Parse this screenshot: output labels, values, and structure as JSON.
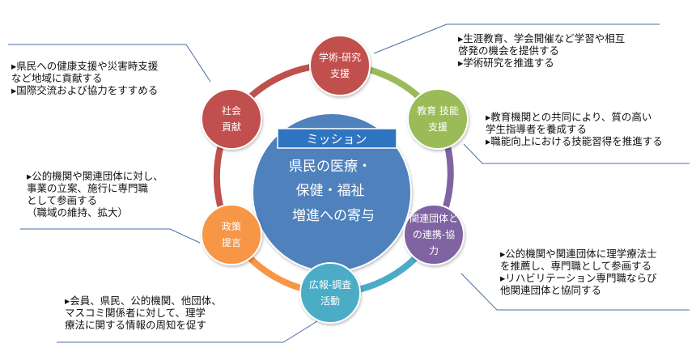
{
  "center": {
    "mission_label": "ミッション",
    "lines": [
      "県民の医療・",
      "保健・福祉",
      "増進への寄与"
    ],
    "color": "#4f81bd",
    "mission_box_color": "#2f74c0"
  },
  "nodes": [
    {
      "id": "academic",
      "lines": [
        "学術‐研究",
        "支援"
      ],
      "color": "#c0504d"
    },
    {
      "id": "education",
      "lines": [
        "教育 技能",
        "支援"
      ],
      "color": "#9bbb59"
    },
    {
      "id": "cooperation",
      "lines": [
        "関連団体と",
        "の連携‐協",
        "力"
      ],
      "color": "#8064a2"
    },
    {
      "id": "pr",
      "lines": [
        "広報‐調査",
        "活動"
      ],
      "color": "#4bacc6"
    },
    {
      "id": "policy",
      "lines": [
        "政策",
        "提言"
      ],
      "color": "#f79646"
    },
    {
      "id": "social",
      "lines": [
        "社会",
        "貢献"
      ],
      "color": "#c0504d"
    }
  ],
  "callouts": [
    {
      "id": "academic",
      "lines": [
        "▸生涯教育、学会開催など学習や相互",
        "  啓発の機会を提供する",
        "▸学術研究を推進する"
      ]
    },
    {
      "id": "education",
      "lines": [
        "▸教育機関との共同により、質の高い",
        "  学生指導者を養成する",
        "▸職能向上における技能習得を推進する"
      ]
    },
    {
      "id": "cooperation",
      "lines": [
        "▸公的機関や関連団体に理学療法士",
        "  を推薦し、専門職として参画する",
        "▸リハビリテーション専門職ならび",
        "  他関連団体と協同する"
      ]
    },
    {
      "id": "pr",
      "lines": [
        "▸会員、県民、公的機関、他団体、",
        "  マスコミ関係者に対して、理学",
        "  療法に関する情報の周知を促す"
      ]
    },
    {
      "id": "policy",
      "lines": [
        "▸公的機関や関連団体に対し、",
        "  事業の立案、施行に専門職",
        "  として参画する",
        "     （職域の維持、拡大）"
      ]
    },
    {
      "id": "social",
      "lines": [
        "▸県民への健康支援や災害時支援",
        "  など地域に貢献する",
        "▸国際交流および協力をすすめる"
      ]
    }
  ]
}
